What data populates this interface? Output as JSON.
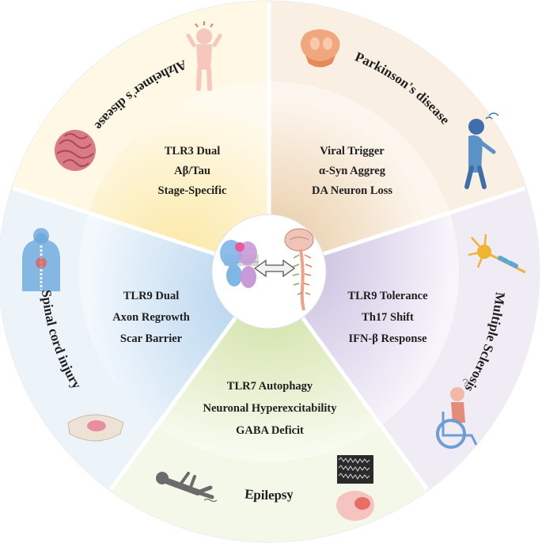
{
  "center": {
    "arrow": "double-arrow"
  },
  "segments": [
    {
      "id": "alzheimers",
      "disease": "Alzheimer's disease",
      "mechanisms": [
        "TLR3 Dual",
        "Aβ/Tau",
        "Stage-Specific"
      ],
      "color": "#fdf0c4",
      "icons": [
        "head-pain-person-icon",
        "protein-aggregate-icon"
      ]
    },
    {
      "id": "parkinsons",
      "disease": "Parkinson's disease",
      "mechanisms": [
        "Viral Trigger",
        "α-Syn Aggreg",
        "DA Neuron Loss"
      ],
      "color": "#f1dcc0",
      "icons": [
        "brain-section-icon",
        "shaking-person-icon"
      ]
    },
    {
      "id": "ms",
      "disease": "Multiple Sclerosis",
      "mechanisms": [
        "TLR9 Tolerance",
        "Th17 Shift",
        "IFN-β Response"
      ],
      "color": "#ddd5ea",
      "icons": [
        "neuron-icon",
        "wheelchair-person-icon"
      ]
    },
    {
      "id": "epilepsy",
      "disease": "Epilepsy",
      "mechanisms": [
        "TLR7 Autophagy",
        "Neuronal Hyperexcitability",
        "GABA Deficit"
      ],
      "color": "#e6efcf",
      "icons": [
        "seizure-person-icon",
        "eeg-trace-icon",
        "brain-icon"
      ]
    },
    {
      "id": "sci",
      "disease": "Spinal cord injury",
      "mechanisms": [
        "TLR9 Dual",
        "Axon Regrowth",
        "Scar Barrier"
      ],
      "color": "#d4e6f3",
      "icons": [
        "spine-torso-icon",
        "cord-cross-section-icon"
      ]
    }
  ]
}
